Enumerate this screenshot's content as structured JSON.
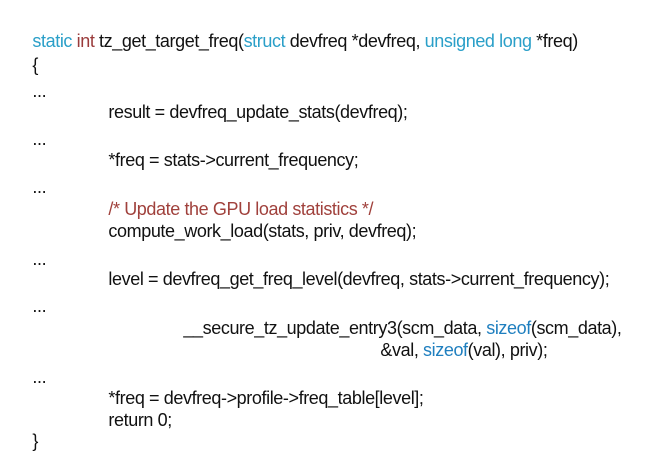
{
  "document": {
    "lines": [
      {
        "tokens": [
          {
            "t": "static",
            "k": "kw"
          },
          {
            "t": " ",
            "k": "p"
          },
          {
            "t": "int",
            "k": "kw2"
          },
          {
            "t": " tz_get_target_freq(",
            "k": "p"
          },
          {
            "t": "struct",
            "k": "kw"
          },
          {
            "t": " devfreq *devfreq, ",
            "k": "p"
          },
          {
            "t": "unsigned long",
            "k": "kw"
          },
          {
            "t": " *freq)",
            "k": "p"
          }
        ]
      },
      {
        "tokens": [
          {
            "t": "{",
            "k": "p"
          }
        ]
      },
      {
        "tokens": [
          {
            "t": "...",
            "k": "p"
          }
        ]
      },
      {
        "tokens": [
          {
            "t": "result = devfreq_update_stats(devfreq);",
            "k": "p"
          }
        ]
      },
      {
        "tokens": [
          {
            "t": "...",
            "k": "p"
          }
        ]
      },
      {
        "tokens": [
          {
            "t": "*freq = stats->current_frequency;",
            "k": "p"
          }
        ]
      },
      {
        "tokens": [
          {
            "t": "...",
            "k": "p"
          }
        ]
      },
      {
        "tokens": [
          {
            "t": "/* Update the GPU load statistics */",
            "k": "cm"
          }
        ]
      },
      {
        "tokens": [
          {
            "t": "compute_work_load(stats, priv, devfreq);",
            "k": "p"
          }
        ]
      },
      {
        "tokens": [
          {
            "t": "...",
            "k": "p"
          }
        ]
      },
      {
        "tokens": [
          {
            "t": "level = devfreq_get_freq_level(devfreq, stats->current_frequency);",
            "k": "p"
          }
        ]
      },
      {
        "tokens": [
          {
            "t": "...",
            "k": "p"
          }
        ]
      },
      {
        "tokens": [
          {
            "t": "__secure_tz_update_entry3(scm_data, ",
            "k": "p"
          },
          {
            "t": "sizeof",
            "k": "sz"
          },
          {
            "t": "(scm_data),",
            "k": "p"
          }
        ]
      },
      {
        "tokens": [
          {
            "t": "&val, ",
            "k": "p"
          },
          {
            "t": "sizeof",
            "k": "sz"
          },
          {
            "t": "(val), priv);",
            "k": "p"
          }
        ]
      },
      {
        "tokens": [
          {
            "t": "...",
            "k": "p"
          }
        ]
      },
      {
        "tokens": [
          {
            "t": "*freq = devfreq->profile->freq_table[level];",
            "k": "p"
          }
        ]
      },
      {
        "tokens": [
          {
            "t": "return 0;",
            "k": "p"
          }
        ]
      },
      {
        "tokens": [
          {
            "t": "}",
            "k": "p"
          }
        ]
      }
    ]
  }
}
